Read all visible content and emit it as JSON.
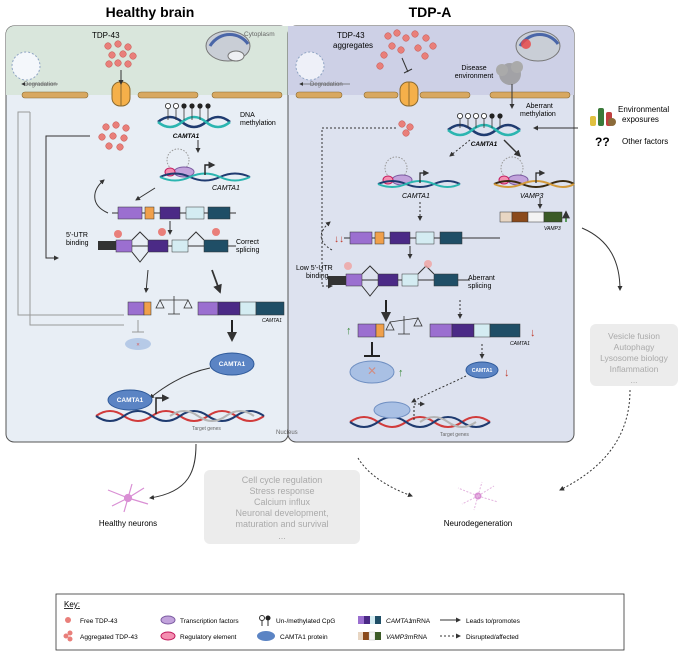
{
  "headers": {
    "left": "Healthy brain",
    "right": "TDP-A"
  },
  "left_panel": {
    "tdp43": "TDP-43",
    "cytoplasm": "Cytoplasm",
    "degradation": "Degradation",
    "dna_methylation_1": "DNA",
    "dna_methylation_2": "methylation",
    "camta1_gene": "CAMTA1",
    "camta1_mrna": "CAMTA1",
    "utr_1": "5'-UTR",
    "utr_2": "binding",
    "correct_1": "Correct",
    "correct_2": "splicing",
    "camta1_bar": "CAMTA1",
    "protein": "CAMTA1",
    "protein_dna": "CAMTA1",
    "target_genes": "Target genes",
    "nucleus": "Nucleus"
  },
  "right_panel": {
    "agg_1": "TDP-43",
    "agg_2": "aggregates",
    "disease_1": "Disease",
    "disease_2": "environment",
    "degradation": "Degradation",
    "aberrant_meth_1": "Aberrant",
    "aberrant_meth_2": "methylation",
    "camta1_gene": "CAMTA1",
    "camta1_mrna": "CAMTA1",
    "vamp3_mrna": "VAMP3",
    "vamp3_bar": "VAMP3",
    "low_utr_1": "Low 5'-UTR",
    "low_utr_2": "binding",
    "aberrant_splice_1": "Aberrant",
    "aberrant_splice_2": "splicing",
    "camta1_bar": "CAMTA1",
    "protein_small": "CAMTA1",
    "target_genes": "Target genes"
  },
  "env": {
    "exposures_1": "Environmental",
    "exposures_2": "exposures",
    "qq": "??",
    "other": "Other factors"
  },
  "grey_box": {
    "lines": [
      "Vesicle fusion",
      "Autophagy",
      "Lysosome biology",
      "Inflammation",
      "..."
    ]
  },
  "bottom_box": {
    "lines": [
      "Cell cycle regulation",
      "Stress response",
      "Calcium influx",
      "Neuronal development,",
      "maturation and survival",
      "..."
    ]
  },
  "outcomes": {
    "healthy": "Healthy neurons",
    "neurodegeneration": "Neurodegeneration"
  },
  "key": {
    "title": "Key:",
    "free_tdp": "Free TDP-43",
    "agg_tdp": "Aggregated TDP-43",
    "tf": "Transcription factors",
    "reg": "Regulatory element",
    "cpg": "Un-/methylated CpG",
    "protein": "CAMTA1 protein",
    "camta1_mrna_a": "CAMTA1",
    "camta1_mrna_b": " mRNA",
    "vamp3_mrna_a": "VAMP3",
    "vamp3_mrna_b": " mRNA",
    "leads": "Leads to/promotes",
    "disrupted": "Disrupted/affected"
  },
  "colors": {
    "cyto_left": "#d9e6dc",
    "cyto_right": "#cdd0e6",
    "nucleus_left": "#e8eef5",
    "nucleus_right": "#dde2ef",
    "tdp": "#e97f7a",
    "protein": "#5b84c4",
    "purple": "#6b3fa0",
    "navy": "#1f4e66",
    "orange": "#f0a04b"
  }
}
